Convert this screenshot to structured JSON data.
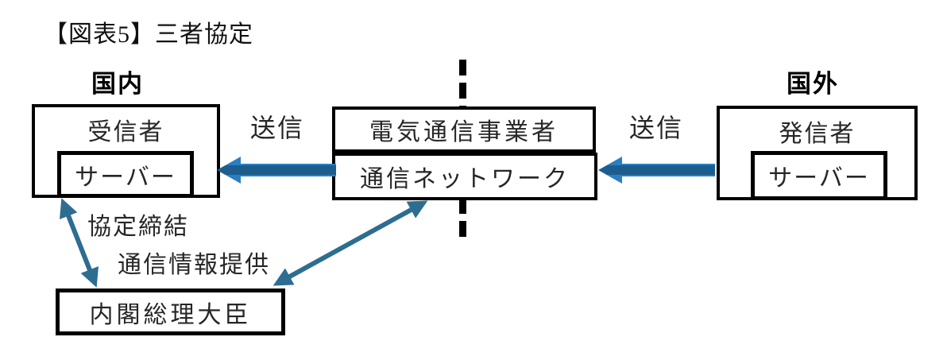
{
  "title": "【図表5】三者協定",
  "regions": {
    "domestic": "国内",
    "overseas": "国外"
  },
  "nodes": {
    "receiver": {
      "label": "受信者",
      "server": "サーバー"
    },
    "carrier": {
      "name": "電気通信事業者",
      "network": "通信ネットワーク"
    },
    "sender": {
      "label": "発信者",
      "server": "サーバー"
    },
    "prime_minister": {
      "label": "内閣総理大臣"
    }
  },
  "arrows": {
    "send_left": {
      "label": "送信",
      "direction": "right-to-left"
    },
    "send_right": {
      "label": "送信",
      "direction": "right-to-left"
    },
    "agreement": {
      "label": "協定締結",
      "between": [
        "受信者",
        "内閣総理大臣"
      ],
      "double_headed": true
    },
    "info_provision": {
      "label": "通信情報提供",
      "between": [
        "内閣総理大臣",
        "通信ネットワーク"
      ],
      "double_headed": true
    }
  },
  "colors": {
    "block_arrow_outer": "#2b7ec1",
    "block_arrow_core": "#1d5d8d",
    "thin_arrow": "#2d6d90",
    "box_border": "#000000",
    "text": "#262626",
    "background": "#ffffff"
  }
}
